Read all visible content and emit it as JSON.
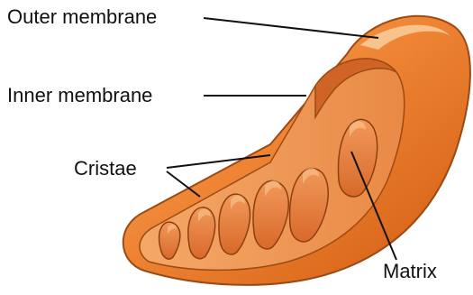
{
  "labels": {
    "outer_membrane": "Outer membrane",
    "inner_membrane": "Inner membrane",
    "cristae": "Cristae",
    "matrix": "Matrix"
  },
  "colors": {
    "outer_membrane": "#e8701d",
    "outer_highlight": "#f6a55e",
    "inner_membrane": "#d86a2a",
    "cristae": "#e57a33",
    "matrix": "#f0a060",
    "outline": "#9c4a13",
    "leader_line": "#111111"
  }
}
